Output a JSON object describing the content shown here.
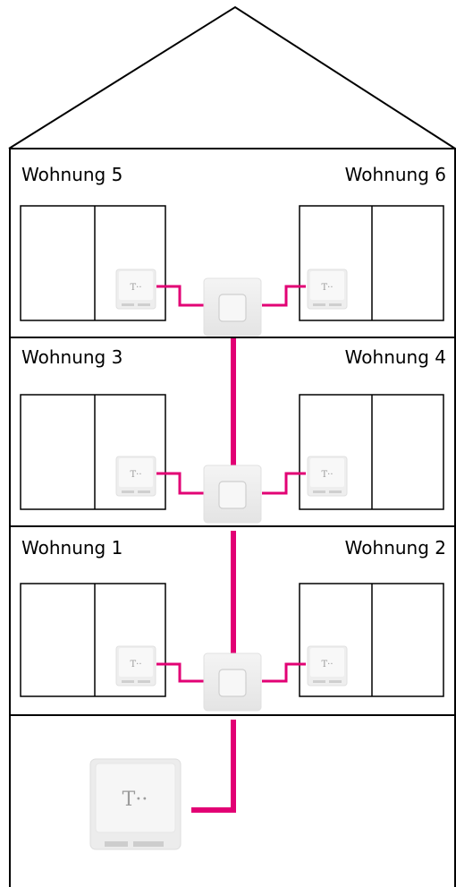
{
  "apartments": [
    {
      "label": "Wohnung 5"
    },
    {
      "label": "Wohnung 6"
    },
    {
      "label": "Wohnung 3"
    },
    {
      "label": "Wohnung 4"
    },
    {
      "label": "Wohnung 1"
    },
    {
      "label": "Wohnung 2"
    }
  ],
  "router": {
    "logo_text": "T··"
  },
  "socket": {
    "logo_text": "T··"
  },
  "colors": {
    "cable": "#e20074",
    "outline": "#000000",
    "device_fill": "#eeeeee",
    "device_border": "#e0e0e0"
  }
}
